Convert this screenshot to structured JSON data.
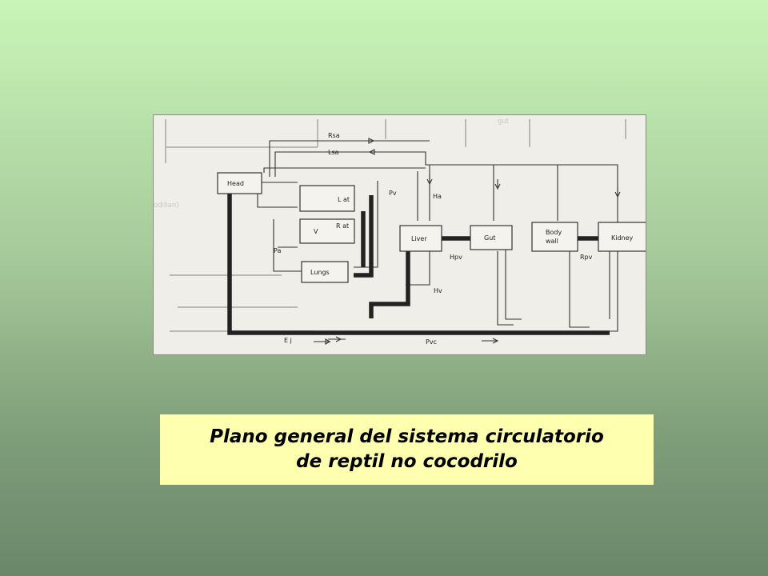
{
  "caption": {
    "line1": "Plano general del sistema circulatorio",
    "line2": "de reptil no cocodrilo"
  },
  "diagram": {
    "boxes": {
      "head": "Head",
      "left_atrium": "L at",
      "right_atrium": "R at",
      "ventricle": "V",
      "lungs": "Lungs",
      "liver": "Liver",
      "gut": "Gut",
      "body_wall_1": "Body",
      "body_wall_2": "wall",
      "kidney": "Kidney"
    },
    "vessels": {
      "rsa": "Rsa",
      "lsa": "Lsa",
      "pa": "Pa",
      "pv": "Pv",
      "ha": "Ha",
      "hv": "Hv",
      "hpv": "Hpv",
      "rpv": "Rpv",
      "pvc": "Pvc",
      "ej": "E j"
    },
    "background_text": {
      "fragment": "odilian)",
      "top_fragment": "gut"
    }
  }
}
